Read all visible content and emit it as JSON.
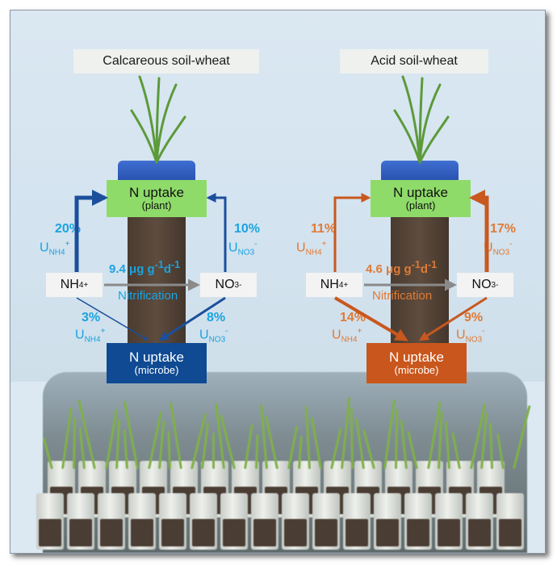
{
  "colors": {
    "calc": "#1b4f9c",
    "calc_text": "#1aa3e0",
    "acid": "#c8581e",
    "acid_text": "#e07a35",
    "plant_box": "#8fdb6a",
    "calc_microbe": "#0f4a93",
    "acid_microbe": "#c9561c"
  },
  "panels": [
    {
      "title": "Calcareous soil-wheat",
      "plant_box": {
        "line1": "N uptake",
        "line2": "(plant)"
      },
      "microbe_box": {
        "line1": "N uptake",
        "line2": "(microbe)"
      },
      "nh4": {
        "base": "NH",
        "sub": "4",
        "sup": "+"
      },
      "no3": {
        "base": "NO",
        "sub": "3",
        "sup": "-"
      },
      "rate": {
        "value": "9.4 μg g",
        "sup1": "-1",
        "mid": "d",
        "sup2": "-1"
      },
      "process": "Nitrification",
      "plant_nh4_pct": "20%",
      "plant_no3_pct": "10%",
      "microbe_nh4_pct": "3%",
      "microbe_no3_pct": "8%",
      "u_nh4": {
        "base": "U",
        "sub": "NH4",
        "sup": "+"
      },
      "u_no3": {
        "base": "U",
        "sub": "NO3",
        "sup": "-"
      }
    },
    {
      "title": "Acid soil-wheat",
      "plant_box": {
        "line1": "N uptake",
        "line2": "(plant)"
      },
      "microbe_box": {
        "line1": "N uptake",
        "line2": "(microbe)"
      },
      "nh4": {
        "base": "NH",
        "sub": "4",
        "sup": "+"
      },
      "no3": {
        "base": "NO",
        "sub": "3",
        "sup": "-"
      },
      "rate": {
        "value": "4.6 μg g",
        "sup1": "-1",
        "mid": "d",
        "sup2": "-1"
      },
      "process": "Nitrification",
      "plant_nh4_pct": "11%",
      "plant_no3_pct": "17%",
      "microbe_nh4_pct": "14%",
      "microbe_no3_pct": "9%",
      "u_nh4": {
        "base": "U",
        "sub": "NH4",
        "sup": "+"
      },
      "u_no3": {
        "base": "U",
        "sub": "NO3",
        "sup": "-"
      }
    }
  ]
}
